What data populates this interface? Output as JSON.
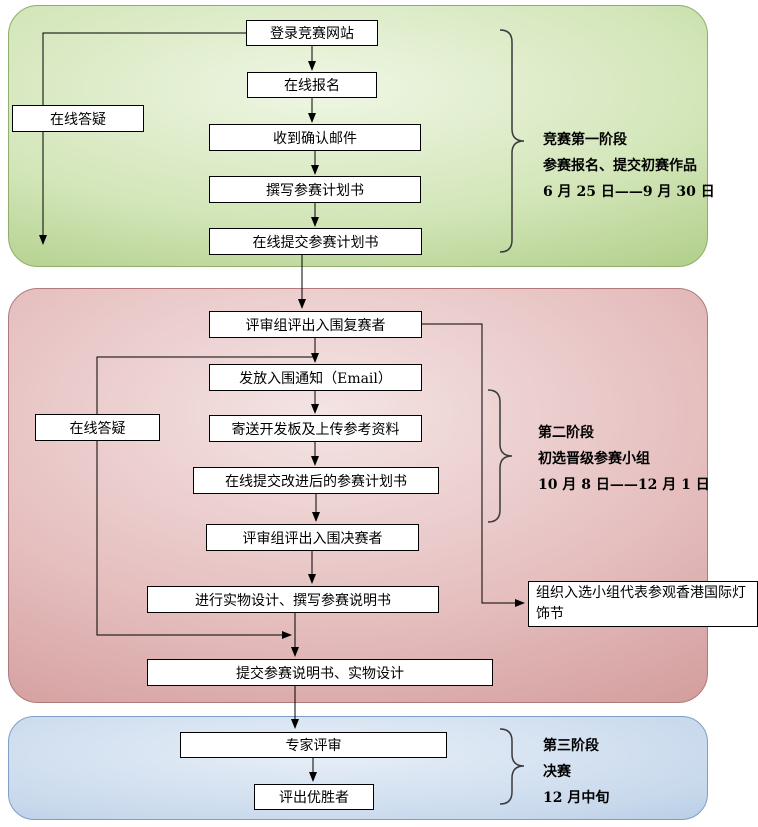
{
  "phases": {
    "phase1": {
      "label": [
        "竞赛第一阶段",
        "参赛报名、提交初赛作品",
        "6 月 25 日——9 月 30 日"
      ],
      "fill_color": "#cfe2b6"
    },
    "phase2": {
      "label": [
        "第二阶段",
        "初选晋级参赛小组",
        "10 月 8 日——12 月 1 日"
      ],
      "fill_color": "#dfb3b3"
    },
    "phase3": {
      "label": [
        "第三阶段",
        "决赛",
        "12 月中旬"
      ],
      "fill_color": "#b9cfe8"
    }
  },
  "boxes": {
    "login": "登录竞赛网站",
    "register": "在线报名",
    "confirm_email": "收到确认邮件",
    "write_plan": "撰写参赛计划书",
    "submit_plan": "在线提交参赛计划书",
    "qa_phase1": "在线答疑",
    "select_rematch": "评审组评出入围复赛者",
    "notify_email": "发放入围通知（Email）",
    "send_board": "寄送开发板及上传参考资料",
    "submit_improved_plan": "在线提交改进后的参赛计划书",
    "select_final": "评审组评出入围决赛者",
    "build_design": "进行实物设计、撰写参赛说明书",
    "submit_design": "提交参赛说明书、实物设计",
    "qa_phase2": "在线答疑",
    "visit_fair": "组织入选小组代表参观香港国际灯饰节",
    "expert_review": "专家评审",
    "winner": "评出优胜者"
  },
  "colors": {
    "connector": "#000000",
    "brace": "#3a3a3a",
    "box_background": "#ffffff"
  }
}
